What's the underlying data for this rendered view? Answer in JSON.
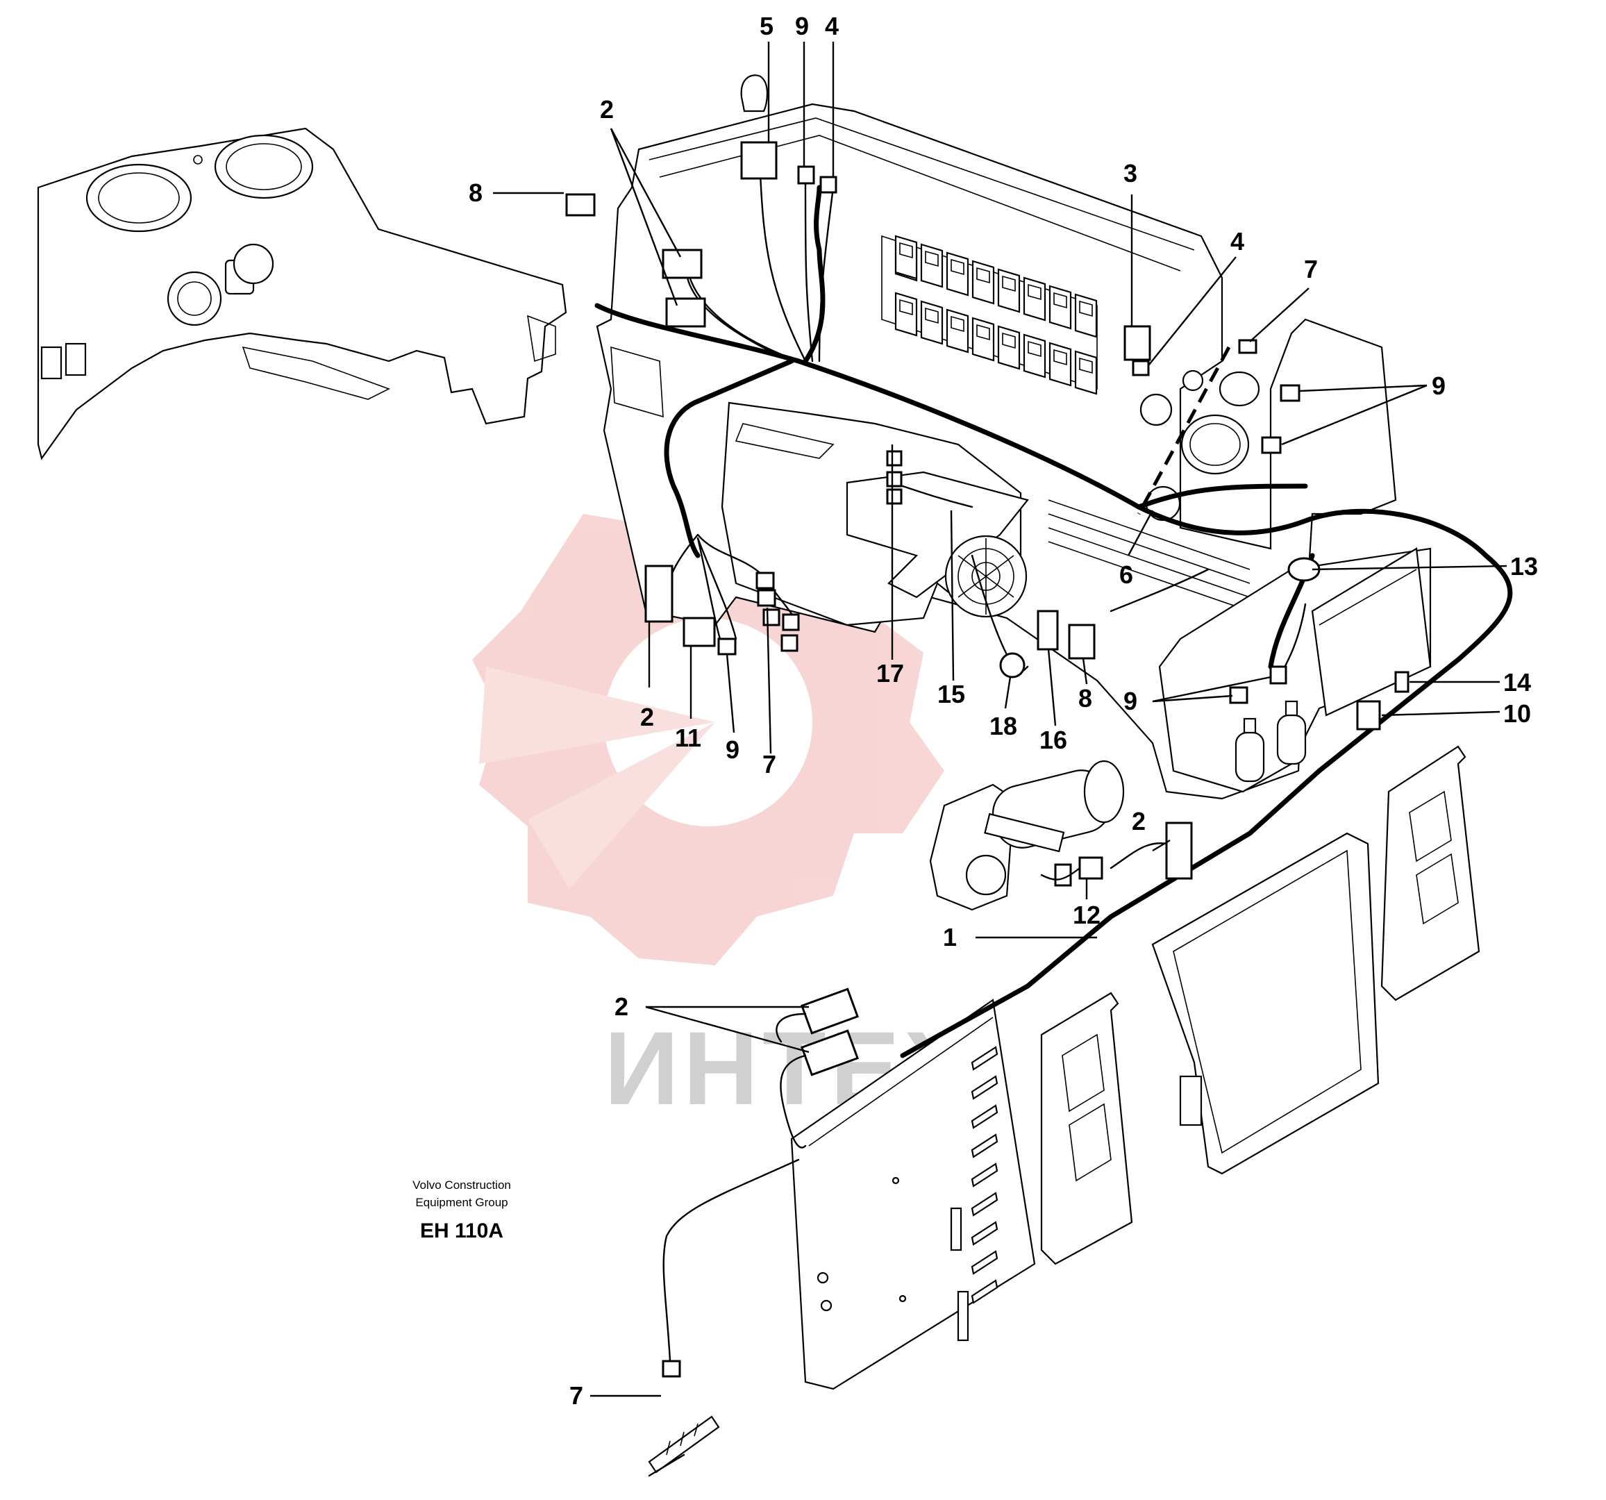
{
  "watermark": {
    "text": "ИНТЕХ",
    "color": "#f2b4b4"
  },
  "caption": {
    "line1": "Volvo Construction",
    "line2": "Equipment Group",
    "code": "EH 110A"
  },
  "callouts": {
    "c1": "1",
    "c2a": "2",
    "c2b": "2",
    "c2c": "2",
    "c2d": "2",
    "c3": "3",
    "c4a": "4",
    "c4b": "4",
    "c5": "5",
    "c6": "6",
    "c7a": "7",
    "c7b": "7",
    "c7c": "7",
    "c8a": "8",
    "c8b": "8",
    "c9a": "9",
    "c9b": "9",
    "c9c": "9",
    "c9d": "9",
    "c10": "10",
    "c11": "11",
    "c12": "12",
    "c13": "13",
    "c14": "14",
    "c15": "15",
    "c16": "16",
    "c17": "17",
    "c18": "18"
  }
}
